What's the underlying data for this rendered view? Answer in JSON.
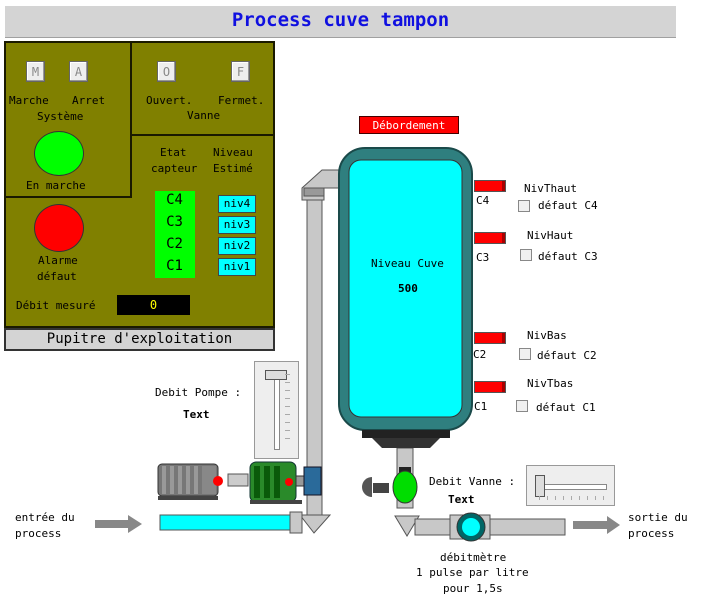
{
  "title": "Process cuve tampon",
  "panel": {
    "btn_m": "M",
    "btn_a": "A",
    "btn_o": "O",
    "btn_f": "F",
    "marche": "Marche",
    "arret": "Arret",
    "systeme": "Système",
    "ouvert": "Ouvert.",
    "fermet": "Fermet.",
    "vanne": "Vanne",
    "en_marche": "En marche",
    "alarme": "Alarme",
    "defaut": "défaut",
    "etat": "Etat",
    "capteur": "capteur",
    "niveau": "Niveau",
    "estime": "Estimé",
    "capteurs": [
      "C4",
      "C3",
      "C2",
      "C1"
    ],
    "niveaux": [
      "niv4",
      "niv3",
      "niv2",
      "niv1"
    ],
    "debit_label": "Débit mesuré",
    "debit_value": "0",
    "footer": "Pupitre d'exploitation",
    "colors": {
      "run": "#00ff00",
      "alarm": "#ff0000",
      "panel": "#808000"
    }
  },
  "tank": {
    "overflow": "Débordement",
    "level_label": "Niveau Cuve",
    "level_value": "500",
    "sensors": [
      {
        "name": "NivThaut",
        "code": "C4",
        "fault": "défaut C4"
      },
      {
        "name": "NivHaut",
        "code": "C3",
        "fault": "défaut C3"
      },
      {
        "name": "NivBas",
        "code": "C2",
        "fault": "défaut C2"
      },
      {
        "name": "NivTbas",
        "code": "C1",
        "fault": "défaut C1"
      }
    ]
  },
  "pump": {
    "label": "Debit Pompe :",
    "value": "Text"
  },
  "valve": {
    "label": "Debit Vanne :",
    "value": "Text"
  },
  "inlet": {
    "line1": "entrée du",
    "line2": "process"
  },
  "outlet": {
    "line1": "sortie du",
    "line2": "process"
  },
  "meter": {
    "line1": "débitmètre",
    "line2": "1 pulse par litre",
    "line3": "pour 1,5s"
  }
}
